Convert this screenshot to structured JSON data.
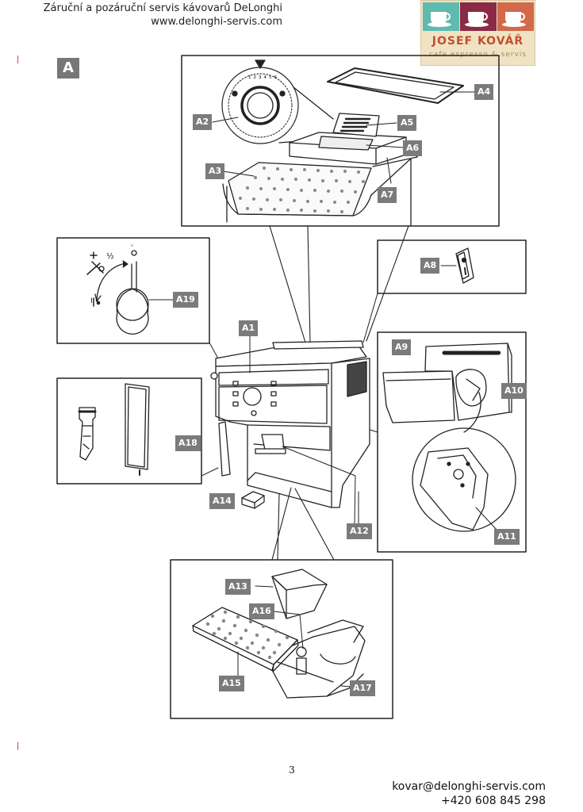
{
  "header": {
    "line1": "Záruční a pozáruční servis kávovarů DeLonghi",
    "line2": "www.delonghi-servis.com"
  },
  "logo": {
    "name": "JOSEF KOVÁŘ",
    "tagline": "cafe espresso & servis",
    "colors": {
      "cup_left": "#5fbab0",
      "cup_mid": "#8b2a45",
      "cup_right": "#d2694a",
      "name": "#c44e30",
      "background": "#efe3c4"
    }
  },
  "diagram": {
    "section": "A",
    "callouts": [
      "A1",
      "A2",
      "A3",
      "A4",
      "A5",
      "A6",
      "A7",
      "A8",
      "A9",
      "A10",
      "A11",
      "A12",
      "A13",
      "A14",
      "A15",
      "A16",
      "A17",
      "A18",
      "A19"
    ],
    "dial_symbols": {
      "steam": "½",
      "top": "◦",
      "bottom": "I •"
    }
  },
  "footer": {
    "page_number": "3",
    "email": "kovar@delonghi-servis.com",
    "phone": "+420 608 845 298"
  }
}
